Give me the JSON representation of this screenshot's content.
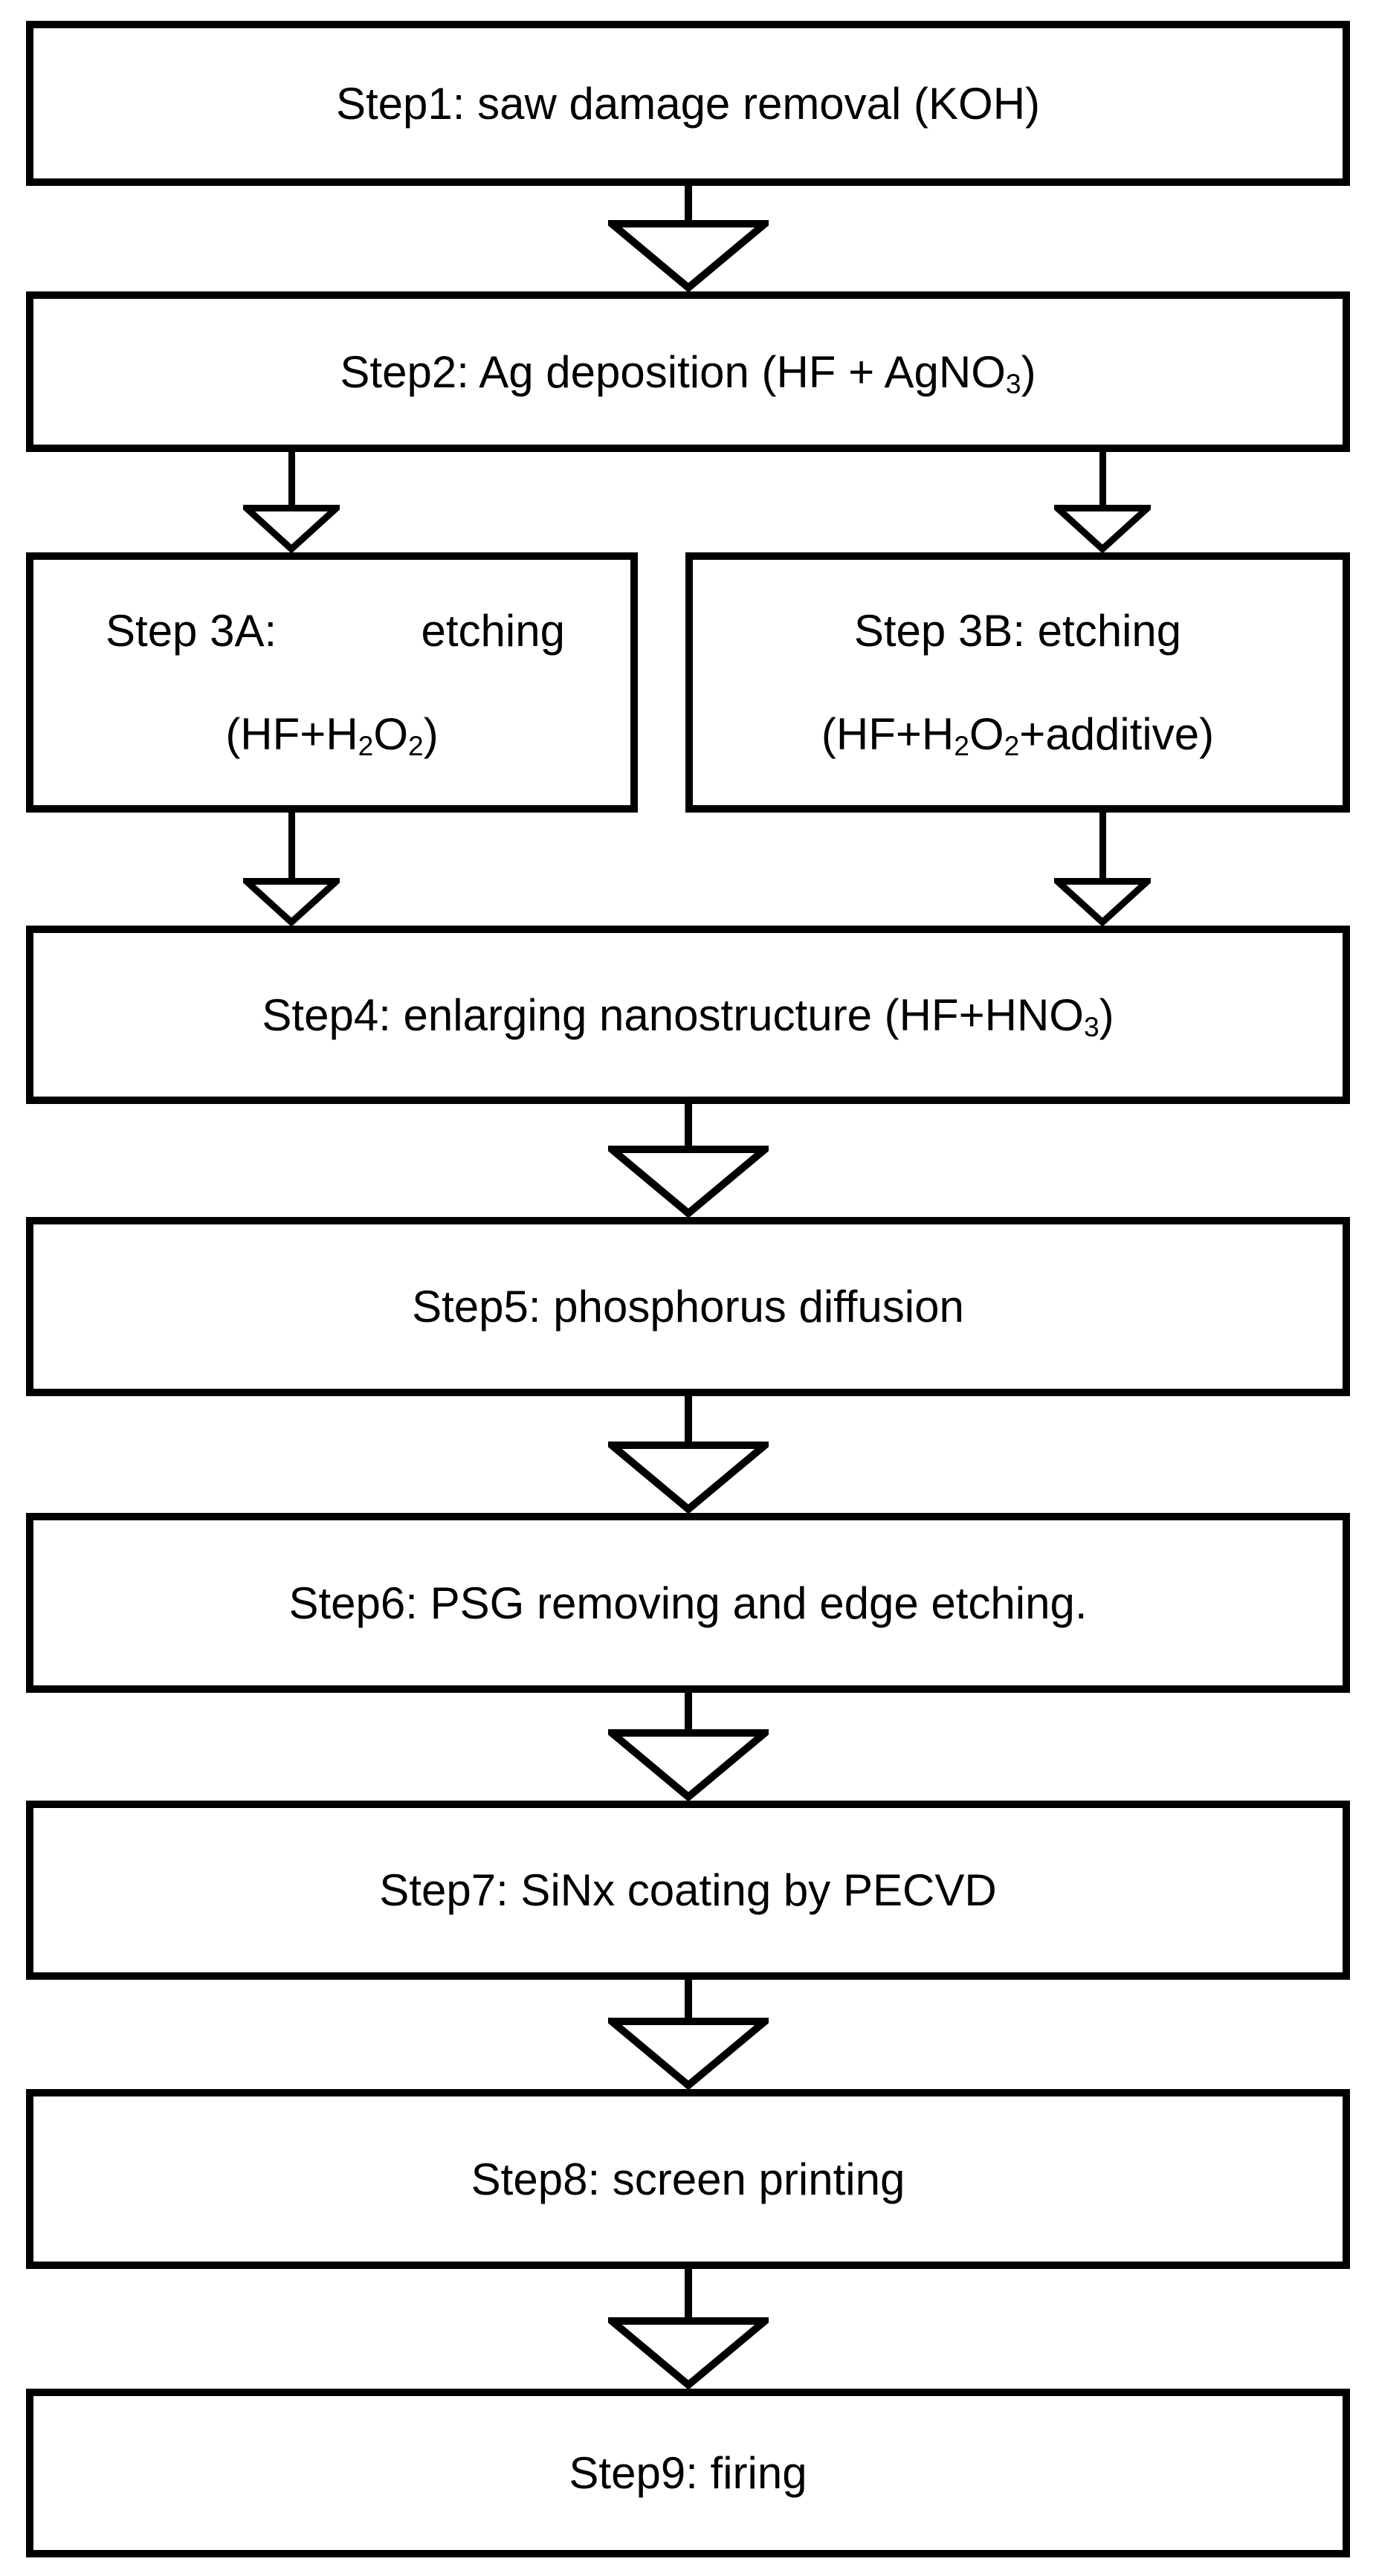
{
  "page": {
    "background_color": "#ffffff",
    "ink_color": "#000000"
  },
  "flowchart": {
    "boxes": {
      "step1": {
        "lines": [
          {
            "align": "center",
            "runs": [
              {
                "text": "Step1: saw damage removal (KOH)"
              }
            ]
          }
        ]
      },
      "step2": {
        "lines": [
          {
            "align": "center",
            "runs": [
              {
                "text": "Step2: Ag deposition (HF + AgNO"
              },
              {
                "text": "3",
                "sub": true
              },
              {
                "text": ")"
              }
            ]
          }
        ]
      },
      "step3a": {
        "lines": [
          {
            "align": "justify",
            "runs": [
              {
                "text": "Step 3A:"
              },
              {
                "text": "etching"
              }
            ]
          },
          {
            "align": "center",
            "runs": [
              {
                "text": "(HF+H"
              },
              {
                "text": "2",
                "sub": true
              },
              {
                "text": "O"
              },
              {
                "text": "2",
                "sub": true
              },
              {
                "text": ")"
              }
            ]
          }
        ]
      },
      "step3b": {
        "lines": [
          {
            "align": "center",
            "runs": [
              {
                "text": "Step 3B: etching"
              }
            ]
          },
          {
            "align": "center",
            "runs": [
              {
                "text": "(HF+H"
              },
              {
                "text": "2",
                "sub": true
              },
              {
                "text": "O"
              },
              {
                "text": "2",
                "sub": true
              },
              {
                "text": "+additive)"
              }
            ]
          }
        ]
      },
      "step4": {
        "lines": [
          {
            "align": "center",
            "runs": [
              {
                "text": "Step4: enlarging nanostructure (HF+HNO"
              },
              {
                "text": "3",
                "sub": true
              },
              {
                "text": ")"
              }
            ]
          }
        ]
      },
      "step5": {
        "lines": [
          {
            "align": "center",
            "runs": [
              {
                "text": "Step5: phosphorus diffusion"
              }
            ]
          }
        ]
      },
      "step6": {
        "lines": [
          {
            "align": "center",
            "runs": [
              {
                "text": "Step6: PSG removing and edge etching."
              }
            ]
          }
        ]
      },
      "step7": {
        "lines": [
          {
            "align": "center",
            "runs": [
              {
                "text": "Step7: SiNx coating by PECVD"
              }
            ]
          }
        ]
      },
      "step8": {
        "lines": [
          {
            "align": "center",
            "runs": [
              {
                "text": "Step8: screen printing"
              }
            ]
          }
        ]
      },
      "step9": {
        "lines": [
          {
            "align": "center",
            "runs": [
              {
                "text": "Step9: firing"
              }
            ]
          }
        ]
      }
    }
  }
}
